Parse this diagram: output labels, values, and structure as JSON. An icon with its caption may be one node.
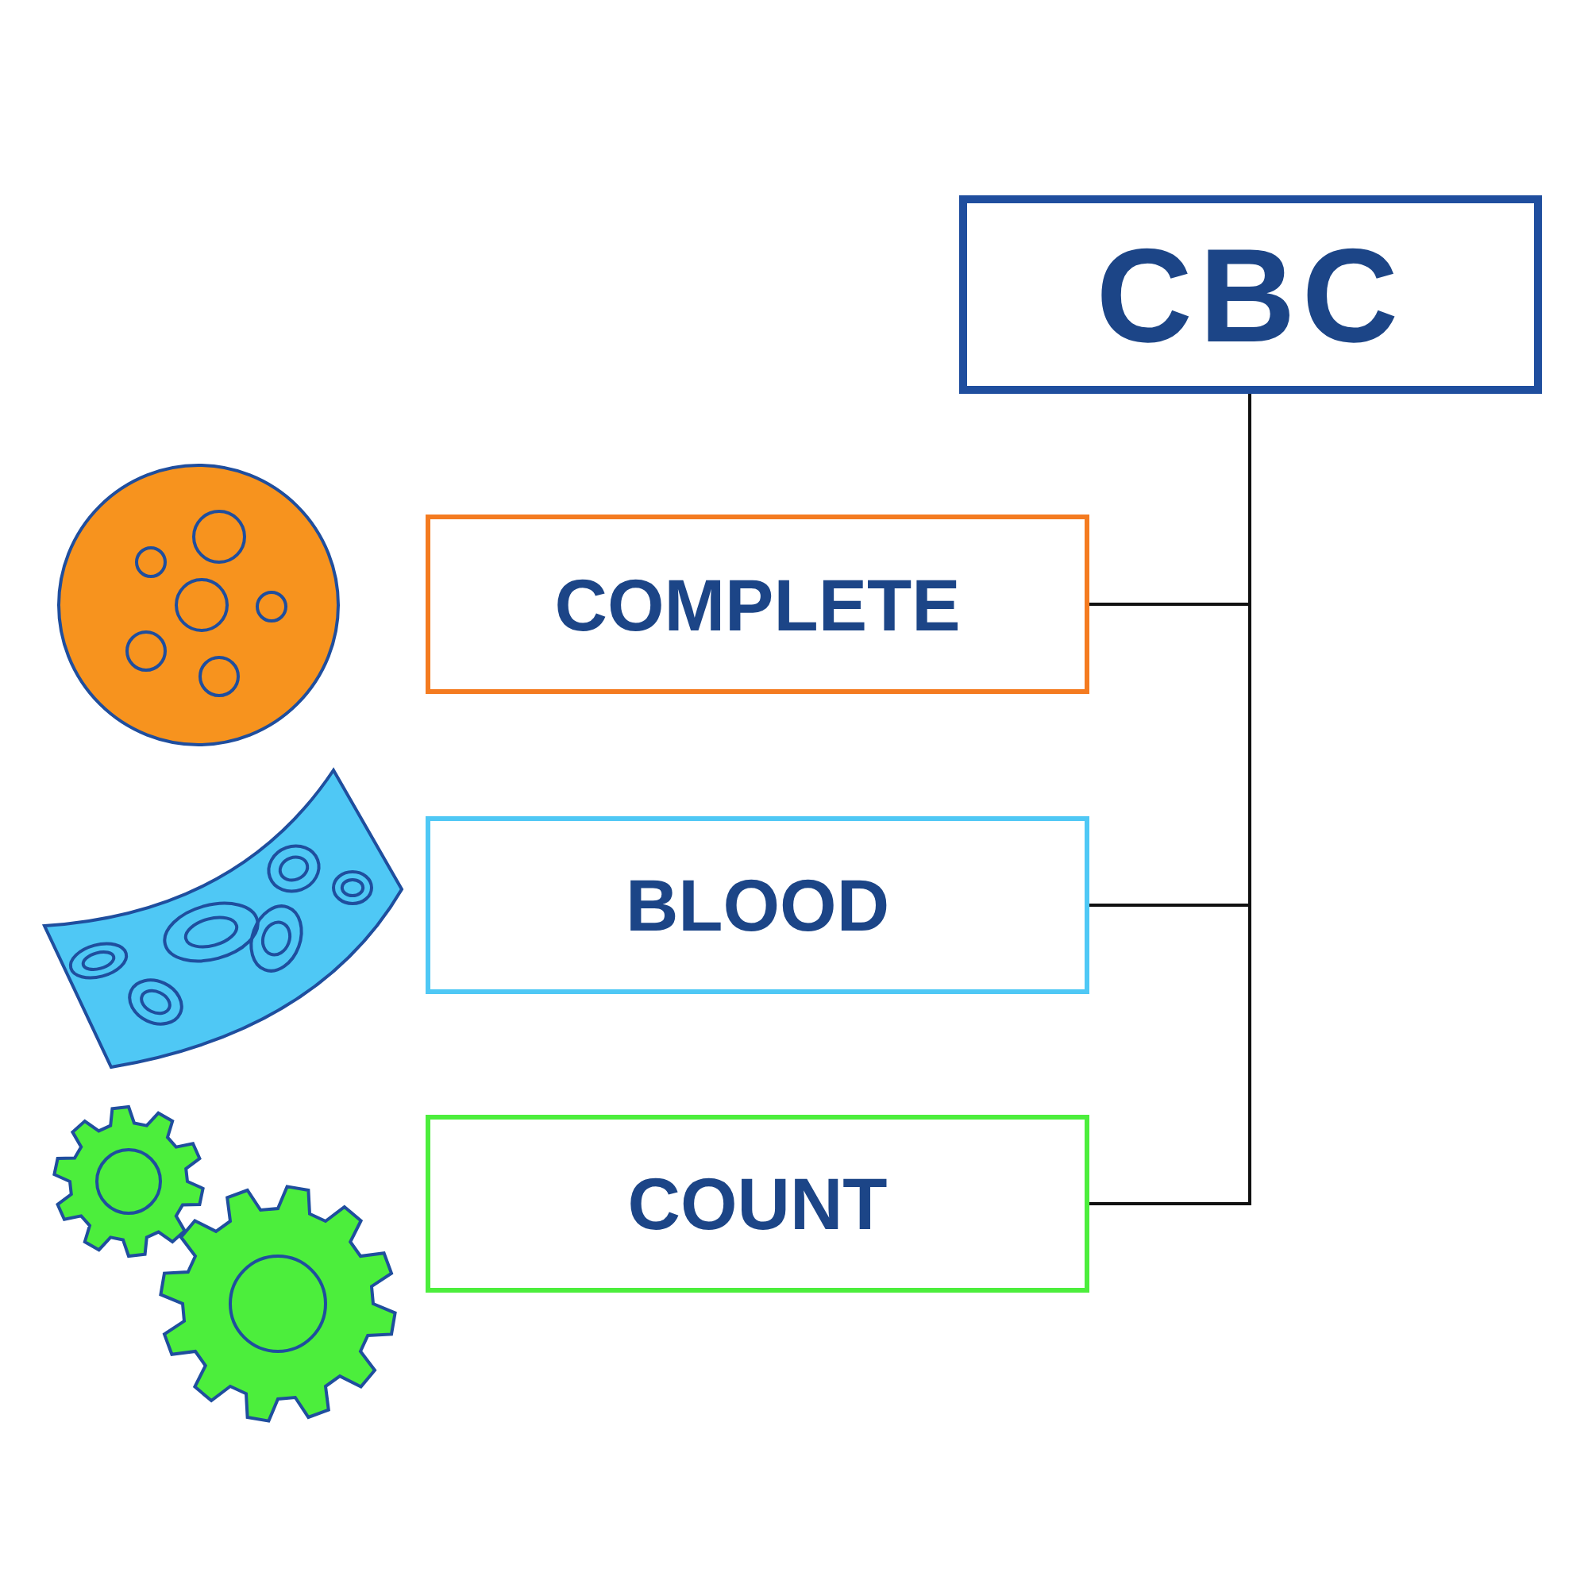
{
  "diagram": {
    "nodes": [
      {
        "text": [
          "CBC"
        ]
      },
      {
        "text": [
          "COMPLETE"
        ]
      },
      {
        "text": [
          "BLOOD"
        ]
      },
      {
        "text": [
          "COUNT"
        ]
      }
    ],
    "edges": [
      {
        "from": 0,
        "to": 1,
        "arrow": "none"
      },
      {
        "from": 0,
        "to": 2,
        "arrow": "none"
      },
      {
        "from": 0,
        "to": 3,
        "arrow": "none"
      }
    ]
  }
}
